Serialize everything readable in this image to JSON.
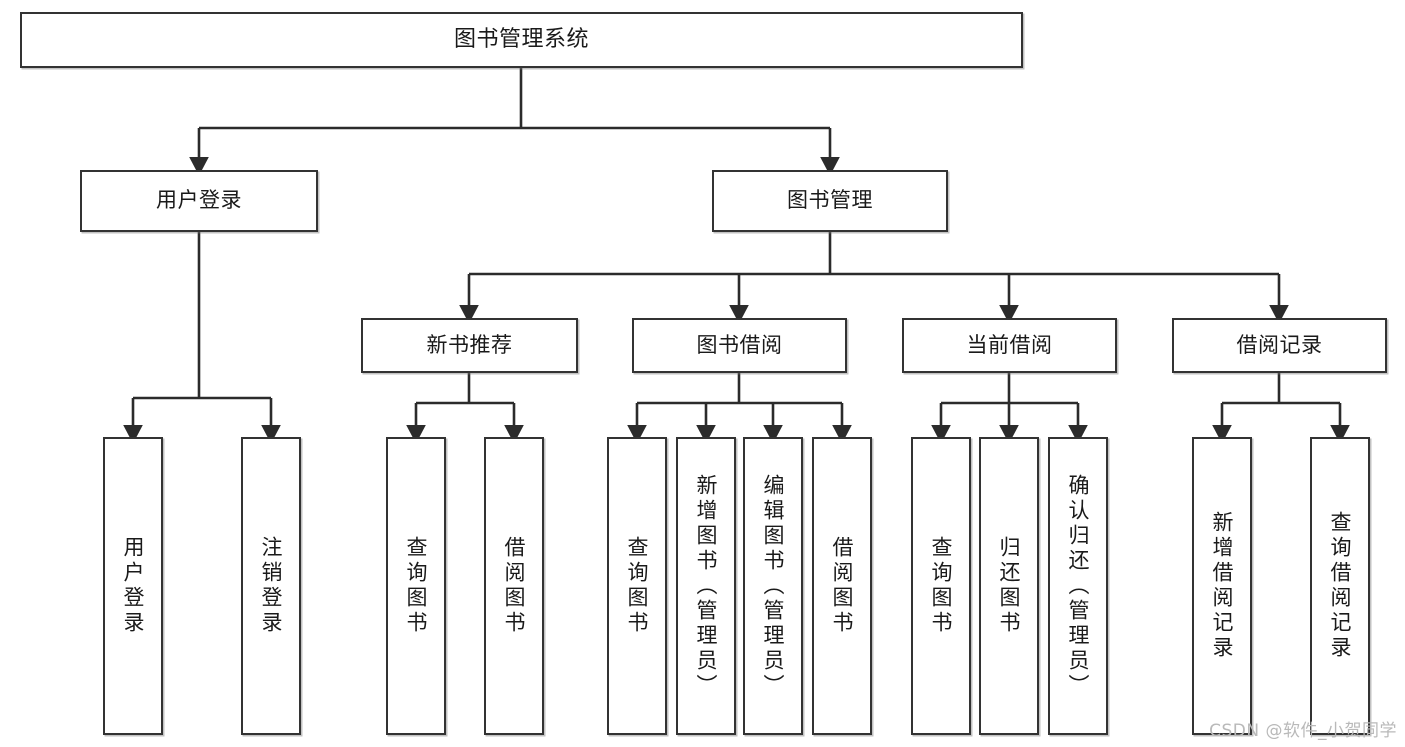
{
  "diagram": {
    "title": "图书管理系统",
    "type": "tree",
    "watermark": "CSDN @软件_小贺同学",
    "colors": {
      "box_border": "#333333",
      "box_fill": "#ffffff",
      "edge": "#2b2b2b",
      "text": "#1a1a1a",
      "watermark": "#b9b9b9"
    },
    "nodes": {
      "root": {
        "label": "图书管理系统"
      },
      "level2": [
        {
          "id": "user-login",
          "label": "用户登录"
        },
        {
          "id": "book-manage",
          "label": "图书管理"
        }
      ],
      "level3": [
        {
          "id": "new-book-recommend",
          "label": "新书推荐"
        },
        {
          "id": "book-borrow",
          "label": "图书借阅"
        },
        {
          "id": "current-borrow",
          "label": "当前借阅"
        },
        {
          "id": "borrow-record",
          "label": "借阅记录"
        }
      ],
      "leaves": {
        "user-login": [
          {
            "id": "leaf-user-login",
            "label": "用户登录"
          },
          {
            "id": "leaf-logout",
            "label": "注销登录"
          }
        ],
        "new-book-recommend": [
          {
            "id": "leaf-query-book-1",
            "label": "查询图书"
          },
          {
            "id": "leaf-borrow-book-1",
            "label": "借阅图书"
          }
        ],
        "book-borrow": [
          {
            "id": "leaf-query-book-2",
            "label": "查询图书"
          },
          {
            "id": "leaf-add-book",
            "label": "新增图书（管理员）"
          },
          {
            "id": "leaf-edit-book",
            "label": "编辑图书（管理员）"
          },
          {
            "id": "leaf-borrow-book-2",
            "label": "借阅图书"
          }
        ],
        "current-borrow": [
          {
            "id": "leaf-query-book-3",
            "label": "查询图书"
          },
          {
            "id": "leaf-return-book",
            "label": "归还图书"
          },
          {
            "id": "leaf-confirm-return",
            "label": "确认归还（管理员）"
          }
        ],
        "borrow-record": [
          {
            "id": "leaf-add-record",
            "label": "新增借阅记录"
          },
          {
            "id": "leaf-query-record",
            "label": "查询借阅记录"
          }
        ]
      }
    }
  }
}
